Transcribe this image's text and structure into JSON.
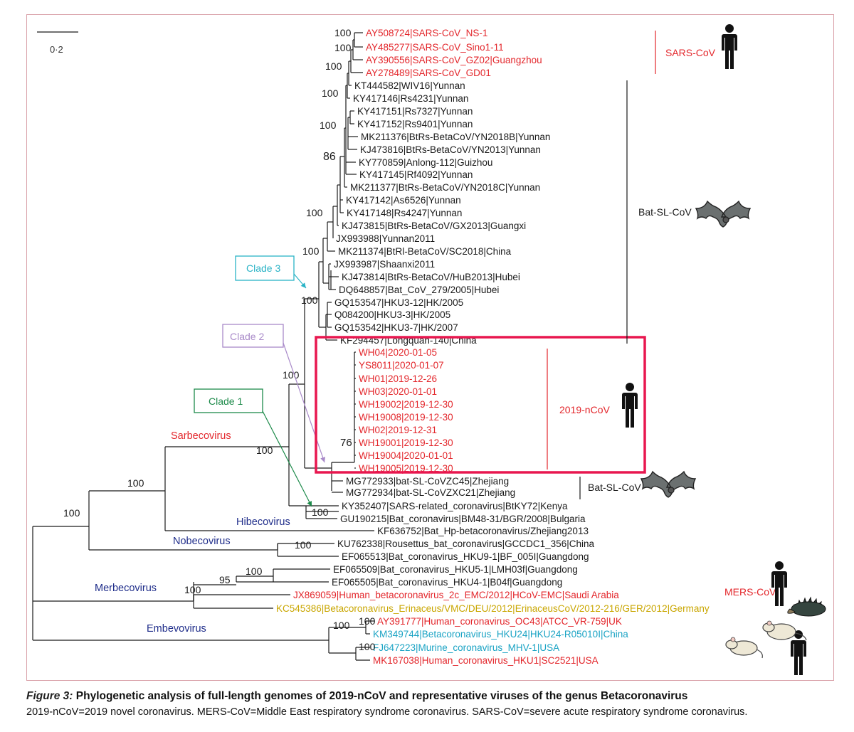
{
  "figure": {
    "scale_label": "0·2",
    "taxa": [
      {
        "id": "t1",
        "label": "AY508724|SARS-CoV_NS-1",
        "color": "red"
      },
      {
        "id": "t2",
        "label": "AY485277|SARS-CoV_Sino1-11",
        "color": "red"
      },
      {
        "id": "t3",
        "label": "AY390556|SARS-CoV_GZ02|Guangzhou",
        "color": "red"
      },
      {
        "id": "t4",
        "label": "AY278489|SARS-CoV_GD01",
        "color": "red"
      },
      {
        "id": "t5",
        "label": "KT444582|WIV16|Yunnan",
        "color": "black"
      },
      {
        "id": "t6",
        "label": "KY417146|Rs4231|Yunnan",
        "color": "black"
      },
      {
        "id": "t7",
        "label": "KY417151|Rs7327|Yunnan",
        "color": "black"
      },
      {
        "id": "t8",
        "label": "KY417152|Rs9401|Yunnan",
        "color": "black"
      },
      {
        "id": "t9",
        "label": "MK211376|BtRs-BetaCoV/YN2018B|Yunnan",
        "color": "black"
      },
      {
        "id": "t10",
        "label": "KJ473816|BtRs-BetaCoV/YN2013|Yunnan",
        "color": "black"
      },
      {
        "id": "t11",
        "label": "KY770859|Anlong-112|Guizhou",
        "color": "black"
      },
      {
        "id": "t12",
        "label": "KY417145|Rf4092|Yunnan",
        "color": "black"
      },
      {
        "id": "t13",
        "label": "MK211377|BtRs-BetaCoV/YN2018C|Yunnan",
        "color": "black"
      },
      {
        "id": "t14",
        "label": "KY417142|As6526|Yunnan",
        "color": "black"
      },
      {
        "id": "t15",
        "label": "KY417148|Rs4247|Yunnan",
        "color": "black"
      },
      {
        "id": "t16",
        "label": "KJ473815|BtRs-BetaCoV/GX2013|Guangxi",
        "color": "black"
      },
      {
        "id": "t17",
        "label": "JX993988|Yunnan2011",
        "color": "black"
      },
      {
        "id": "t18",
        "label": "MK211374|BtRl-BetaCoV/SC2018|China",
        "color": "black"
      },
      {
        "id": "t19",
        "label": "JX993987|Shaanxi2011",
        "color": "black"
      },
      {
        "id": "t20",
        "label": "KJ473814|BtRs-BetaCoV/HuB2013|Hubei",
        "color": "black"
      },
      {
        "id": "t21",
        "label": "DQ648857|Bat_CoV_279/2005|Hubei",
        "color": "black"
      },
      {
        "id": "t22",
        "label": "GQ153547|HKU3-12|HK/2005",
        "color": "black"
      },
      {
        "id": "t23",
        "label": "Q084200|HKU3-3|HK/2005",
        "color": "black"
      },
      {
        "id": "t24",
        "label": "GQ153542|HKU3-7|HK/2007",
        "color": "black"
      },
      {
        "id": "t25",
        "label": "KF294457|Longquan-140|China",
        "color": "black"
      },
      {
        "id": "t26",
        "label": "WH04|2020-01-05",
        "color": "red"
      },
      {
        "id": "t27",
        "label": "YS8011|2020-01-07",
        "color": "red"
      },
      {
        "id": "t28",
        "label": "WH01|2019-12-26",
        "color": "red"
      },
      {
        "id": "t29",
        "label": "WH03|2020-01-01",
        "color": "red"
      },
      {
        "id": "t30",
        "label": "WH19002|2019-12-30",
        "color": "red"
      },
      {
        "id": "t31",
        "label": "WH19008|2019-12-30",
        "color": "red"
      },
      {
        "id": "t32",
        "label": "WH02|2019-12-31",
        "color": "red"
      },
      {
        "id": "t33",
        "label": "WH19001|2019-12-30",
        "color": "red"
      },
      {
        "id": "t34",
        "label": "WH19004|2020-01-01",
        "color": "red"
      },
      {
        "id": "t35",
        "label": "WH19005|2019-12-30",
        "color": "red"
      },
      {
        "id": "t36",
        "label": "MG772933|bat-SL-CoVZC45|Zhejiang",
        "color": "black"
      },
      {
        "id": "t37",
        "label": "MG772934|bat-SL-CoVZXC21|Zhejiang",
        "color": "black"
      },
      {
        "id": "t38",
        "label": "KY352407|SARS-related_coronavirus|BtKY72|Kenya",
        "color": "black"
      },
      {
        "id": "t39",
        "label": "GU190215|Bat_coronavirus|BM48-31/BGR/2008|Bulgaria",
        "color": "black"
      },
      {
        "id": "t40",
        "label": "KF636752|Bat_Hp-betacoronavirus/Zhejiang2013",
        "color": "black"
      },
      {
        "id": "t41",
        "label": "KU762338|Rousettus_bat_coronavirus|GCCDC1_356|China",
        "color": "black"
      },
      {
        "id": "t42",
        "label": "EF065513|Bat_coronavirus_HKU9-1|BF_005I|Guangdong",
        "color": "black"
      },
      {
        "id": "t43",
        "label": "EF065509|Bat_coronavirus_HKU5-1|LMH03f|Guangdong",
        "color": "black"
      },
      {
        "id": "t44",
        "label": "EF065505|Bat_coronavirus_HKU4-1|B04f|Guangdong",
        "color": "black"
      },
      {
        "id": "t45",
        "label": "JX869059|Human_betacoronavirus_2c_EMC/2012|HCoV-EMC|Saudi Arabia",
        "color": "red"
      },
      {
        "id": "t46",
        "label": "KC545386|Betacoronavirus_Erinaceus/VMC/DEU/2012|ErinaceusCoV/2012-216/GER/2012|Germany",
        "color": "gold"
      },
      {
        "id": "t47",
        "label": "AY391777|Human_coronavirus_OC43|ATCC_VR-759|UK",
        "color": "red"
      },
      {
        "id": "t48",
        "label": "KM349744|Betacoronavirus_HKU24|HKU24-R05010I|China",
        "color": "cyan"
      },
      {
        "id": "t49",
        "label": "FJ647223|Murine_coronavirus_MHV-1|USA",
        "color": "cyan"
      },
      {
        "id": "t50",
        "label": "MK167038|Human_coronavirus_HKU1|SC2521|USA",
        "color": "red"
      }
    ],
    "bootstrap": [
      "100",
      "100",
      "100",
      "100",
      "100",
      "86",
      "100",
      "100",
      "100",
      "100",
      "100",
      "100",
      "76",
      "100",
      "100",
      "100",
      "100",
      "100",
      "95",
      "100",
      "100",
      "100"
    ],
    "clades": [
      "Clade 3",
      "Clade 2",
      "Clade 1"
    ],
    "genera": [
      "Sarbecovirus",
      "Hibecovirus",
      "Nobecovirus",
      "Merbecovirus",
      "Embevovirus"
    ],
    "groups": [
      "SARS-CoV",
      "Bat-SL-CoV",
      "2019-nCoV",
      "Bat-SL-CoV",
      "MERS-CoV"
    ],
    "colors": {
      "red": "#e3262b",
      "black": "#1a1a1a",
      "gold": "#c9a600",
      "cyan": "#1aa3c4",
      "blue": "#1f2d8a",
      "clade3": "#2ab3c6",
      "clade2": "#a98ac9",
      "clade1": "#1d8a4a",
      "box": "#e8174f",
      "border": "#d9a0a8"
    },
    "icons": [
      "human-icon",
      "bat-icon",
      "hedgehog-icon",
      "rat-icon",
      "mouse-icon"
    ]
  },
  "caption": {
    "figure_label": "Figure 3:",
    "title": "Phylogenetic analysis of full-length genomes of 2019-nCoV and representative viruses of the genus Betacoronavirus",
    "note": "2019-nCoV=2019 novel coronavirus. MERS-CoV=Middle East respiratory syndrome coronavirus. SARS-CoV=severe acute respiratory syndrome coronavirus."
  }
}
